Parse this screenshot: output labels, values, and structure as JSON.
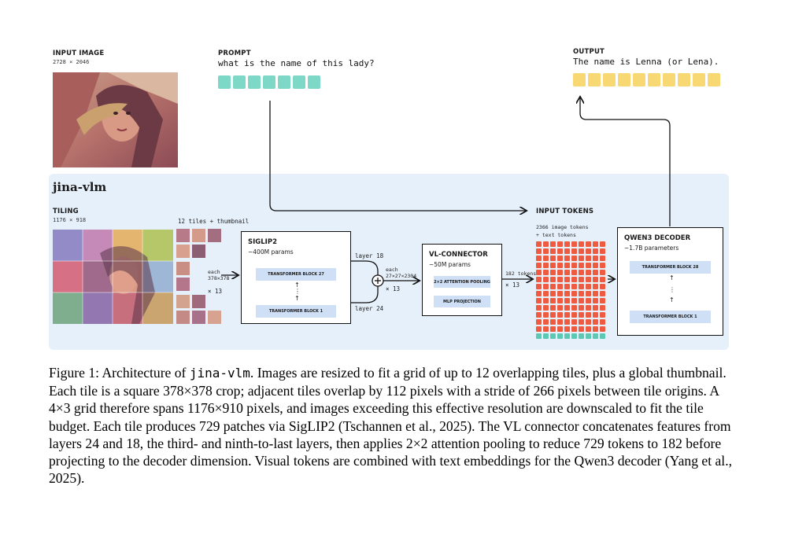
{
  "diagram": {
    "input_image": {
      "title": "INPUT IMAGE",
      "dims": "2728 × 2046",
      "icon": "portrait-photo"
    },
    "prompt": {
      "title": "PROMPT",
      "text": "what is the name of this lady?",
      "token_count": 7,
      "token_color": "#7ed8c8"
    },
    "output": {
      "title": "OUTPUT",
      "text": "The name is Lenna (or Lena).",
      "token_count": 10,
      "token_color": "#f7d873"
    },
    "panel_title": "jina-vlm",
    "tiling": {
      "title": "TILING",
      "dims": "1176 × 918",
      "tiles_label": "12 tiles + thumbnail",
      "each_label": "each\n378×378",
      "times": "× 13"
    },
    "siglip": {
      "title": "SIGLIP2",
      "params": "~400M params",
      "block_top": "TRANSFORMER BLOCK 27",
      "block_bottom": "TRANSFORMER BLOCK 1",
      "dots": "⋮"
    },
    "layers": {
      "upper": "layer 18",
      "lower": "layer 24",
      "plus": "+",
      "each": "each\n27×27×2304",
      "times": "× 13"
    },
    "connector": {
      "title": "VL-CONNECTOR",
      "params": "~50M params",
      "block_top": "2×2 ATTENTION POOLING",
      "block_bottom": "MLP PROJECTION"
    },
    "connector_out": {
      "tokens": "182 tokens",
      "times": "× 13"
    },
    "input_tokens": {
      "title": "INPUT TOKENS",
      "desc_line1": "2366 image tokens",
      "desc_line2": "+ text tokens",
      "image_color": "#ef5b40",
      "text_color": "#5cc9b6"
    },
    "decoder": {
      "title": "QWEN3 DECODER",
      "params": "~1.7B parameters",
      "block_top": "TRANSFORMER BLOCK 28",
      "block_bottom": "TRANSFORMER BLOCK 1",
      "dots": "⋮"
    },
    "colors": {
      "panel_bg": "#e6f0fb",
      "block_bg": "#cfe0f6"
    }
  },
  "caption": {
    "label": "Figure 1: Architecture of ",
    "model_name": "jina-vlm",
    "body": ". Images are resized to fit a grid of up to 12 overlapping tiles, plus a global thumbnail. Each tile is a square 378×378 crop; adjacent tiles overlap by 112 pixels with a stride of 266 pixels between tile origins. A 4×3 grid therefore spans 1176×910 pixels, and images exceeding this effective resolution are downscaled to fit the tile budget. Each tile produces 729 patches via SigLIP2 (Tschannen et al., 2025). The VL connector concatenates features from layers 24 and 18, the third- and ninth-to-last layers, then applies 2×2 attention pooling to reduce 729 tokens to 182 before projecting to the decoder dimension. Visual tokens are combined with text embeddings for the Qwen3 decoder (Yang et al., 2025)."
  }
}
